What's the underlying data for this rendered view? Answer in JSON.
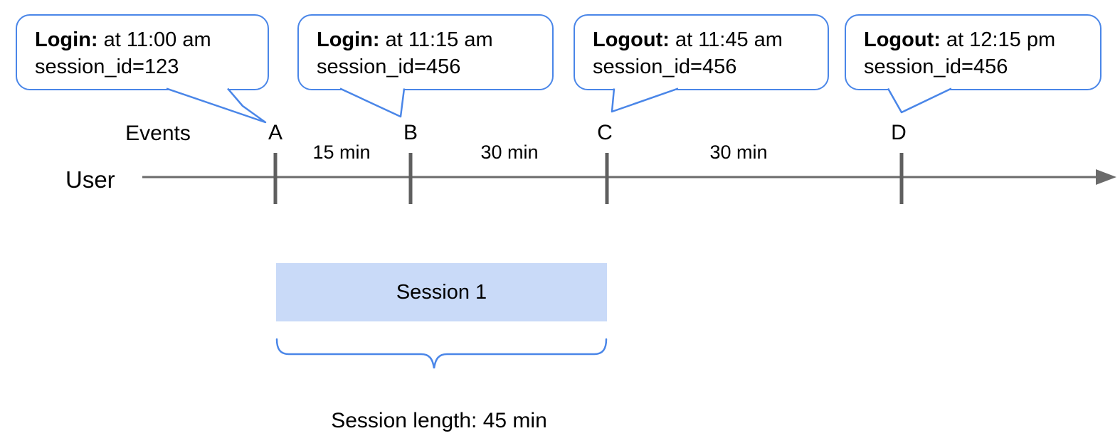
{
  "colors": {
    "accent_blue": "#4a86e8",
    "session_fill": "#c9daf8",
    "timeline_gray": "#6b6b6b",
    "tick_gray": "#5f5f5f",
    "text": "#000000"
  },
  "callouts": [
    {
      "event": "login",
      "bold": "Login:",
      "rest": " at 11:00 am",
      "line2": "session_id=123",
      "points_to": "A"
    },
    {
      "event": "login",
      "bold": "Login:",
      "rest": " at 11:15 am",
      "line2": "session_id=456",
      "points_to": "B"
    },
    {
      "event": "logout",
      "bold": "Logout:",
      "rest": " at 11:45 am",
      "line2": "session_id=456",
      "points_to": "C"
    },
    {
      "event": "logout",
      "bold": "Logout:",
      "rest": " at 12:15 pm",
      "line2": "session_id=456",
      "points_to": "D"
    }
  ],
  "timeline": {
    "events_label": "Events",
    "user_label": "User",
    "markers": [
      "A",
      "B",
      "C",
      "D"
    ],
    "intervals": [
      "15 min",
      "30 min",
      "30 min"
    ]
  },
  "session": {
    "box_label": "Session 1",
    "length_label": "Session length: 45 min"
  }
}
